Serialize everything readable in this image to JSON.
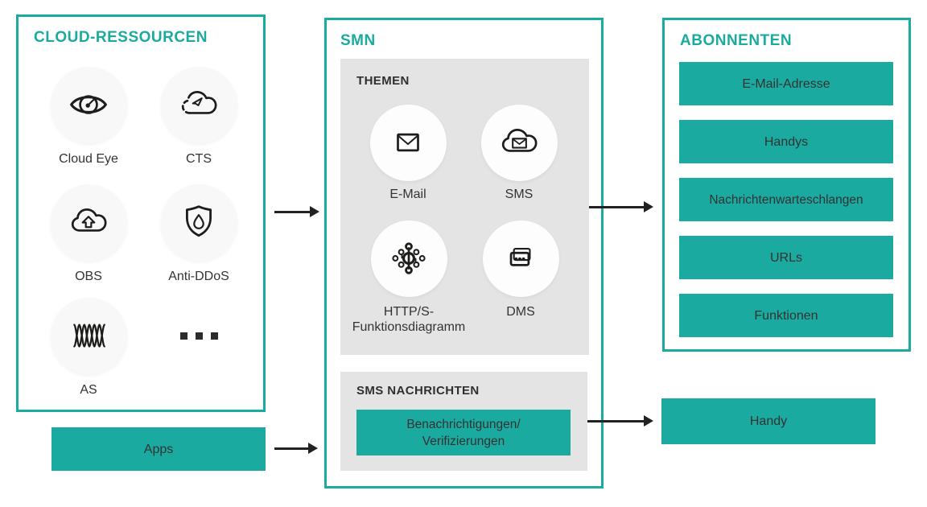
{
  "colors": {
    "teal": "#1BAAA0",
    "panel_gray": "#E4E4E4",
    "dark_text": "#333333",
    "icon_stroke": "#1d1d1b",
    "arrow": "#222222"
  },
  "cloud_resources": {
    "title": "CLOUD-RESSOURCEN",
    "items": [
      {
        "label": "Cloud Eye",
        "icon": "cloud-eye-icon"
      },
      {
        "label": "CTS",
        "icon": "cts-cloud-trace-icon"
      },
      {
        "label": "OBS",
        "icon": "obs-cloud-upload-icon"
      },
      {
        "label": "Anti-DDoS",
        "icon": "anti-ddos-shield-icon"
      },
      {
        "label": "AS",
        "icon": "as-waves-icon"
      },
      {
        "label": "",
        "icon": "ellipsis-icon"
      }
    ]
  },
  "apps_button": {
    "label": "Apps"
  },
  "smn": {
    "title": "SMN",
    "topics": {
      "header": "THEMEN",
      "items": [
        {
          "label": "E-Mail",
          "icon": "email-envelope-icon"
        },
        {
          "label": "SMS",
          "icon": "sms-cloud-icon"
        },
        {
          "label": "HTTP/S-Funktionsdiagramm",
          "icon": "function-diagram-icon"
        },
        {
          "label": "DMS",
          "icon": "dms-messages-icon"
        }
      ]
    },
    "sms_messages": {
      "header": "SMS NACHRICHTEN",
      "button_line1": "Benachrichtigungen/",
      "button_line2": "Verifizierungen"
    }
  },
  "subscribers": {
    "title": "ABONNENTEN",
    "buttons": [
      "E-Mail-Adresse",
      "Handys",
      "Nachrichtenwarteschlangen",
      "URLs",
      "Funktionen"
    ],
    "handy_button": "Handy"
  }
}
